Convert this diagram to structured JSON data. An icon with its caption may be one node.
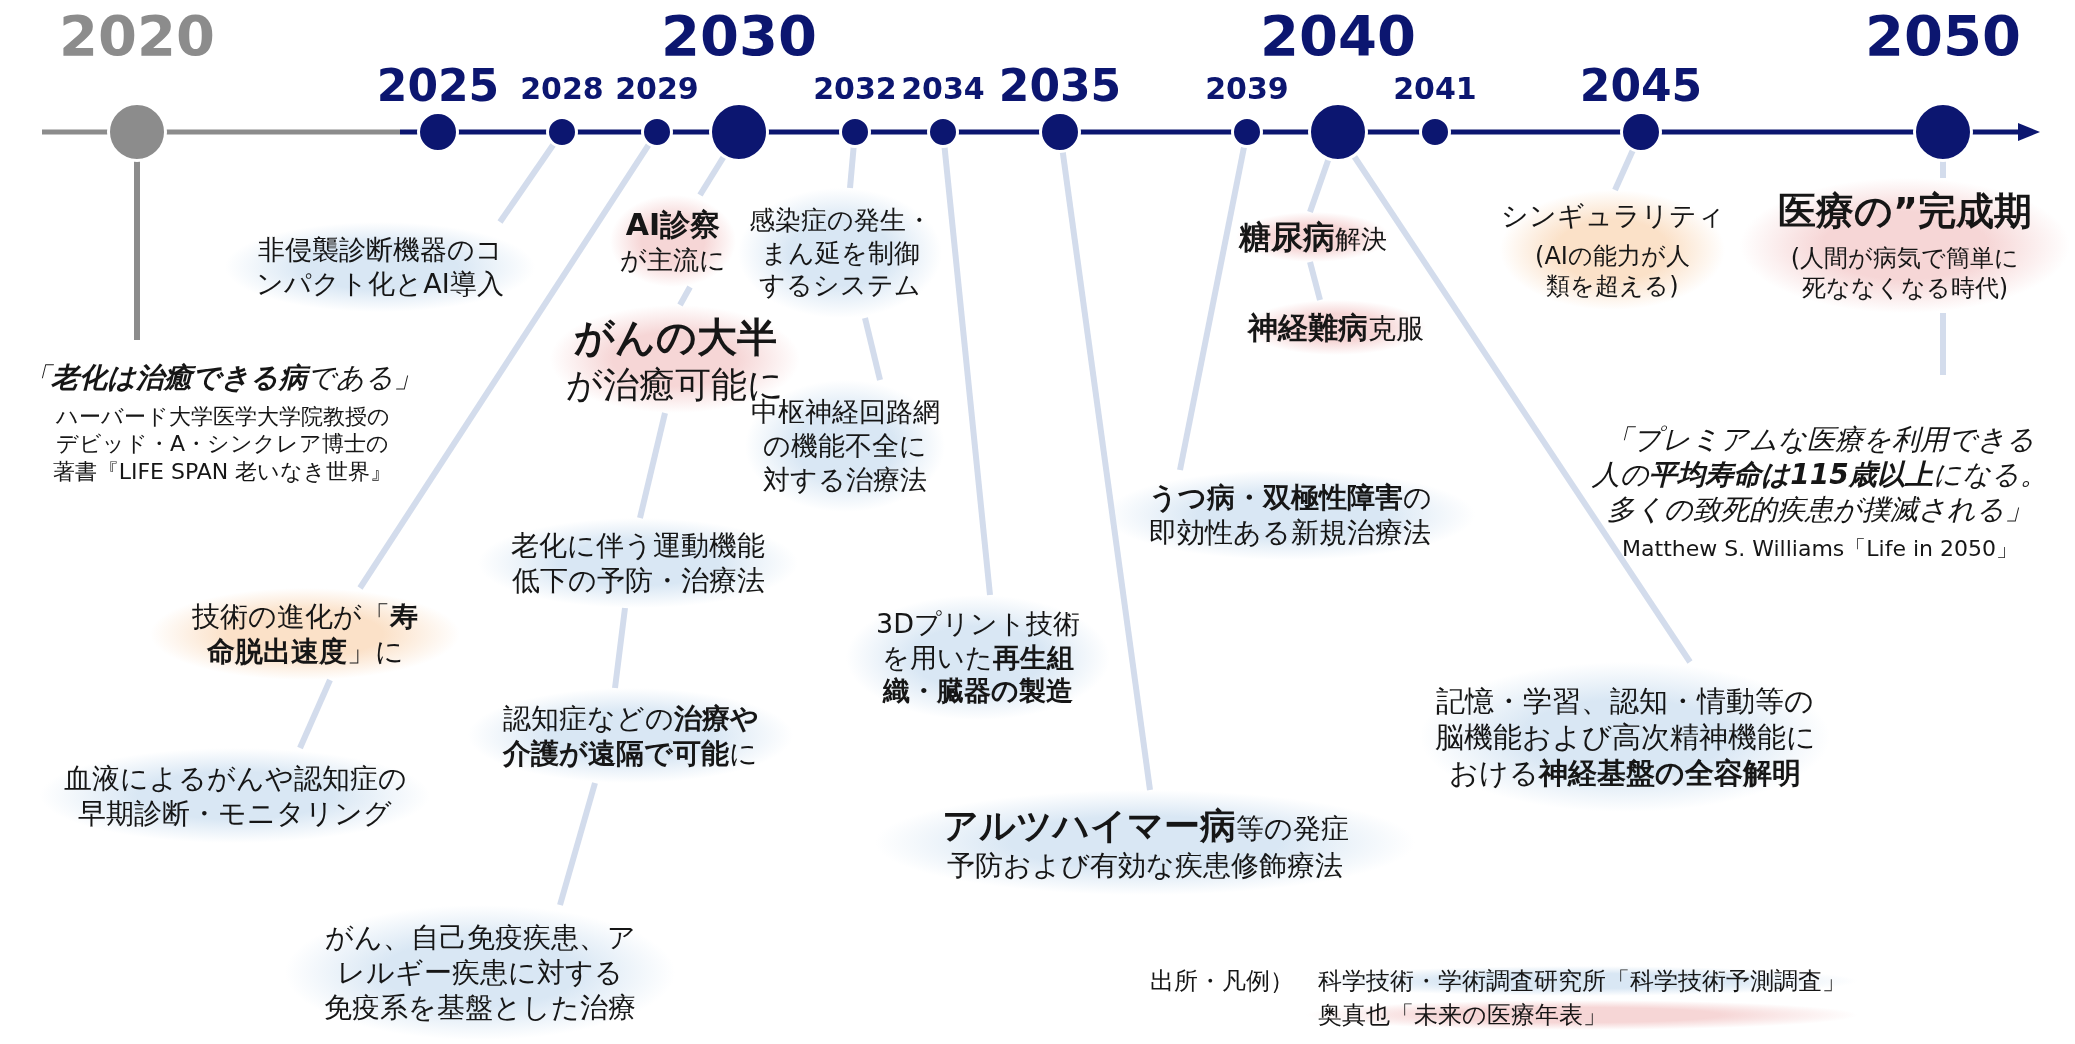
{
  "diagram": {
    "nodes": [
      {
        "text": [
          "2020"
        ]
      },
      {
        "text": [
          "2025"
        ]
      },
      {
        "text": [
          "2028"
        ]
      },
      {
        "text": [
          "2029"
        ]
      },
      {
        "text": [
          "2030"
        ]
      },
      {
        "text": [
          "2032"
        ]
      },
      {
        "text": [
          "2034"
        ]
      },
      {
        "text": [
          "2035"
        ]
      },
      {
        "text": [
          "2039"
        ]
      },
      {
        "text": [
          "2040"
        ]
      },
      {
        "text": [
          "2041"
        ]
      },
      {
        "text": [
          "2045"
        ]
      },
      {
        "text": [
          "2050"
        ]
      },
      {
        "text": [
          "非侵襲診断機器のコンパクト化とAI導入"
        ]
      },
      {
        "text": [
          "「**老化は治癒できる病**である」",
          "ハーバード大学医学大学院教授のデビッド・A・シンクレア博士の著書『LIFE SPAN 老いなき世界』"
        ]
      },
      {
        "text": [
          "**AI診察**が主流に"
        ]
      },
      {
        "text": [
          "**がんの大半**が治癒可能に"
        ]
      },
      {
        "text": [
          "感染症の発生・まん延を制御するシステム"
        ]
      },
      {
        "text": [
          "中枢神経回路網の機能不全に対する治療法"
        ]
      },
      {
        "text": [
          "老化に伴う運動機能低下の予防・治療法"
        ]
      },
      {
        "text": [
          "技術の進化が「**寿命脱出速度**」に"
        ]
      },
      {
        "text": [
          "認知症などの**治療や介護が遠隔で可能**に"
        ]
      },
      {
        "text": [
          "血液によるがんや認知症の早期診断・モニタリング"
        ]
      },
      {
        "text": [
          "がん、自己免疫疾患、アレルギー疾患に対する免疫系を基盤とした治療"
        ]
      },
      {
        "text": [
          "3Dプリント技術を用いた**再生組織・臓器の製造**"
        ]
      },
      {
        "text": [
          "**アルツハイマー病**等の発症予防および有効な疾患修飾療法"
        ]
      },
      {
        "text": [
          "**糖尿病**解決"
        ]
      },
      {
        "text": [
          "**神経難病**克服"
        ]
      },
      {
        "text": [
          "**うつ病・双極性障害**の即効性ある新規治療法"
        ]
      },
      {
        "text": [
          "記憶・学習、認知・情動等の脳機能および高次精神機能における**神経基盤の全容解明**"
        ]
      },
      {
        "text": [
          "シンギュラリティ",
          "(AIの能力が人類を超える)"
        ]
      },
      {
        "text": [
          "医療の”完成期",
          "(人間が病気で簡単に死ななくなる時代)"
        ]
      },
      {
        "text": [
          "「プレミアムな医療を利用できる人の**平均寿命は115歳以上**になる。多くの致死的疾患が撲滅される」",
          "Matthew S. Williams「Life in 2050」"
        ]
      }
    ],
    "edges": [
      {
        "from": 0,
        "to": 14,
        "arrow": "none",
        "color": "#8c8c8c"
      },
      {
        "from": 2,
        "to": 13,
        "arrow": "none"
      },
      {
        "from": 3,
        "to": 20,
        "arrow": "none"
      },
      {
        "from": 20,
        "to": 22,
        "arrow": "none"
      },
      {
        "from": 4,
        "to": 15,
        "arrow": "none"
      },
      {
        "from": 15,
        "to": 16,
        "arrow": "none"
      },
      {
        "from": 16,
        "to": 19,
        "arrow": "none"
      },
      {
        "from": 19,
        "to": 21,
        "arrow": "none"
      },
      {
        "from": 21,
        "to": 23,
        "arrow": "none"
      },
      {
        "from": 5,
        "to": 17,
        "arrow": "none"
      },
      {
        "from": 17,
        "to": 18,
        "arrow": "none"
      },
      {
        "from": 6,
        "to": 24,
        "arrow": "none"
      },
      {
        "from": 7,
        "to": 25,
        "arrow": "none"
      },
      {
        "from": 8,
        "to": 28,
        "arrow": "none"
      },
      {
        "from": 9,
        "to": 26,
        "arrow": "none"
      },
      {
        "from": 26,
        "to": 27,
        "arrow": "none"
      },
      {
        "from": 9,
        "to": 29,
        "arrow": "none"
      },
      {
        "from": 11,
        "to": 30,
        "arrow": "none"
      },
      {
        "from": 12,
        "to": 31,
        "arrow": "none"
      },
      {
        "from": 31,
        "to": 32,
        "arrow": "none"
      }
    ],
    "labels": [
      "出所・凡例）"
    ],
    "legend": [
      {
        "text": "科学技術・学術調査研究所「科学技術予測調査」",
        "color": "#d9e7f4"
      },
      {
        "text": "奥真也「未来の医療年表」",
        "color": "#f6d6d6"
      }
    ]
  }
}
